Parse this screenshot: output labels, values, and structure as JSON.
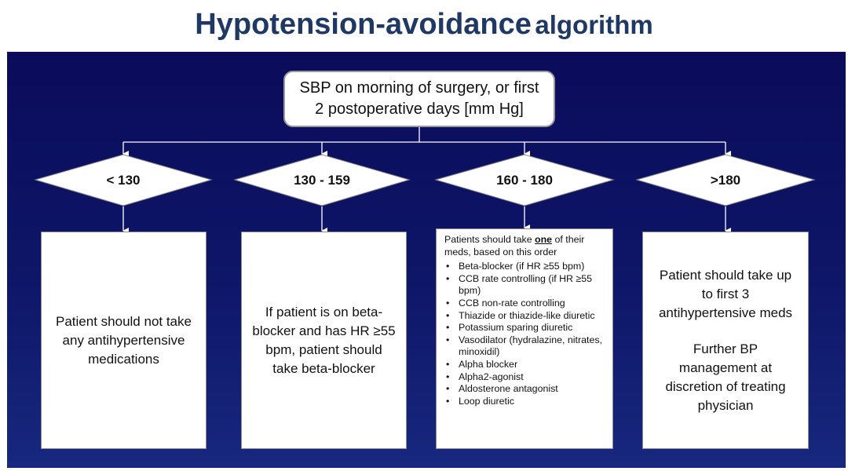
{
  "title": {
    "part1": "Hypotension-avoidance",
    "part2": "algorithm"
  },
  "root": {
    "line1": "SBP on morning of surgery, or first",
    "line2": "2 postoperative days [mm Hg]"
  },
  "branches": [
    {
      "range": "< 130",
      "lines": [
        "Patient should not take",
        "any antihypertensive",
        "medications"
      ]
    },
    {
      "range": "130 - 159",
      "lines": [
        "If patient is on beta-",
        "blocker and has HR ≥55",
        "bpm, patient should",
        "take beta-blocker"
      ]
    },
    {
      "range": "160 - 180",
      "intro_before": "Patients should take ",
      "intro_emph": "one",
      "intro_after": " of their meds, based on this order",
      "items": [
        "Beta-blocker (if HR ≥55 bpm)",
        "CCB rate controlling (if HR ≥55 bpm)",
        "CCB non-rate controlling",
        "Thiazide or thiazide-like diuretic",
        "Potassium sparing diuretic",
        "Vasodilator (hydralazine, nitrates, minoxidil)",
        "Alpha blocker",
        "Alpha2-agonist",
        "Aldosterone antagonist",
        "Loop diuretic"
      ]
    },
    {
      "range": ">180",
      "lines_a": [
        "Patient should take up",
        "to first 3",
        "antihypertensive meds"
      ],
      "lines_b": [
        "Further BP",
        "management at",
        "discretion of treating",
        "physician"
      ]
    }
  ],
  "colors": {
    "title": "#1f3864",
    "panel_top": "#0b0b5a",
    "panel_bottom": "#17287e",
    "connector": "#ffffff"
  }
}
